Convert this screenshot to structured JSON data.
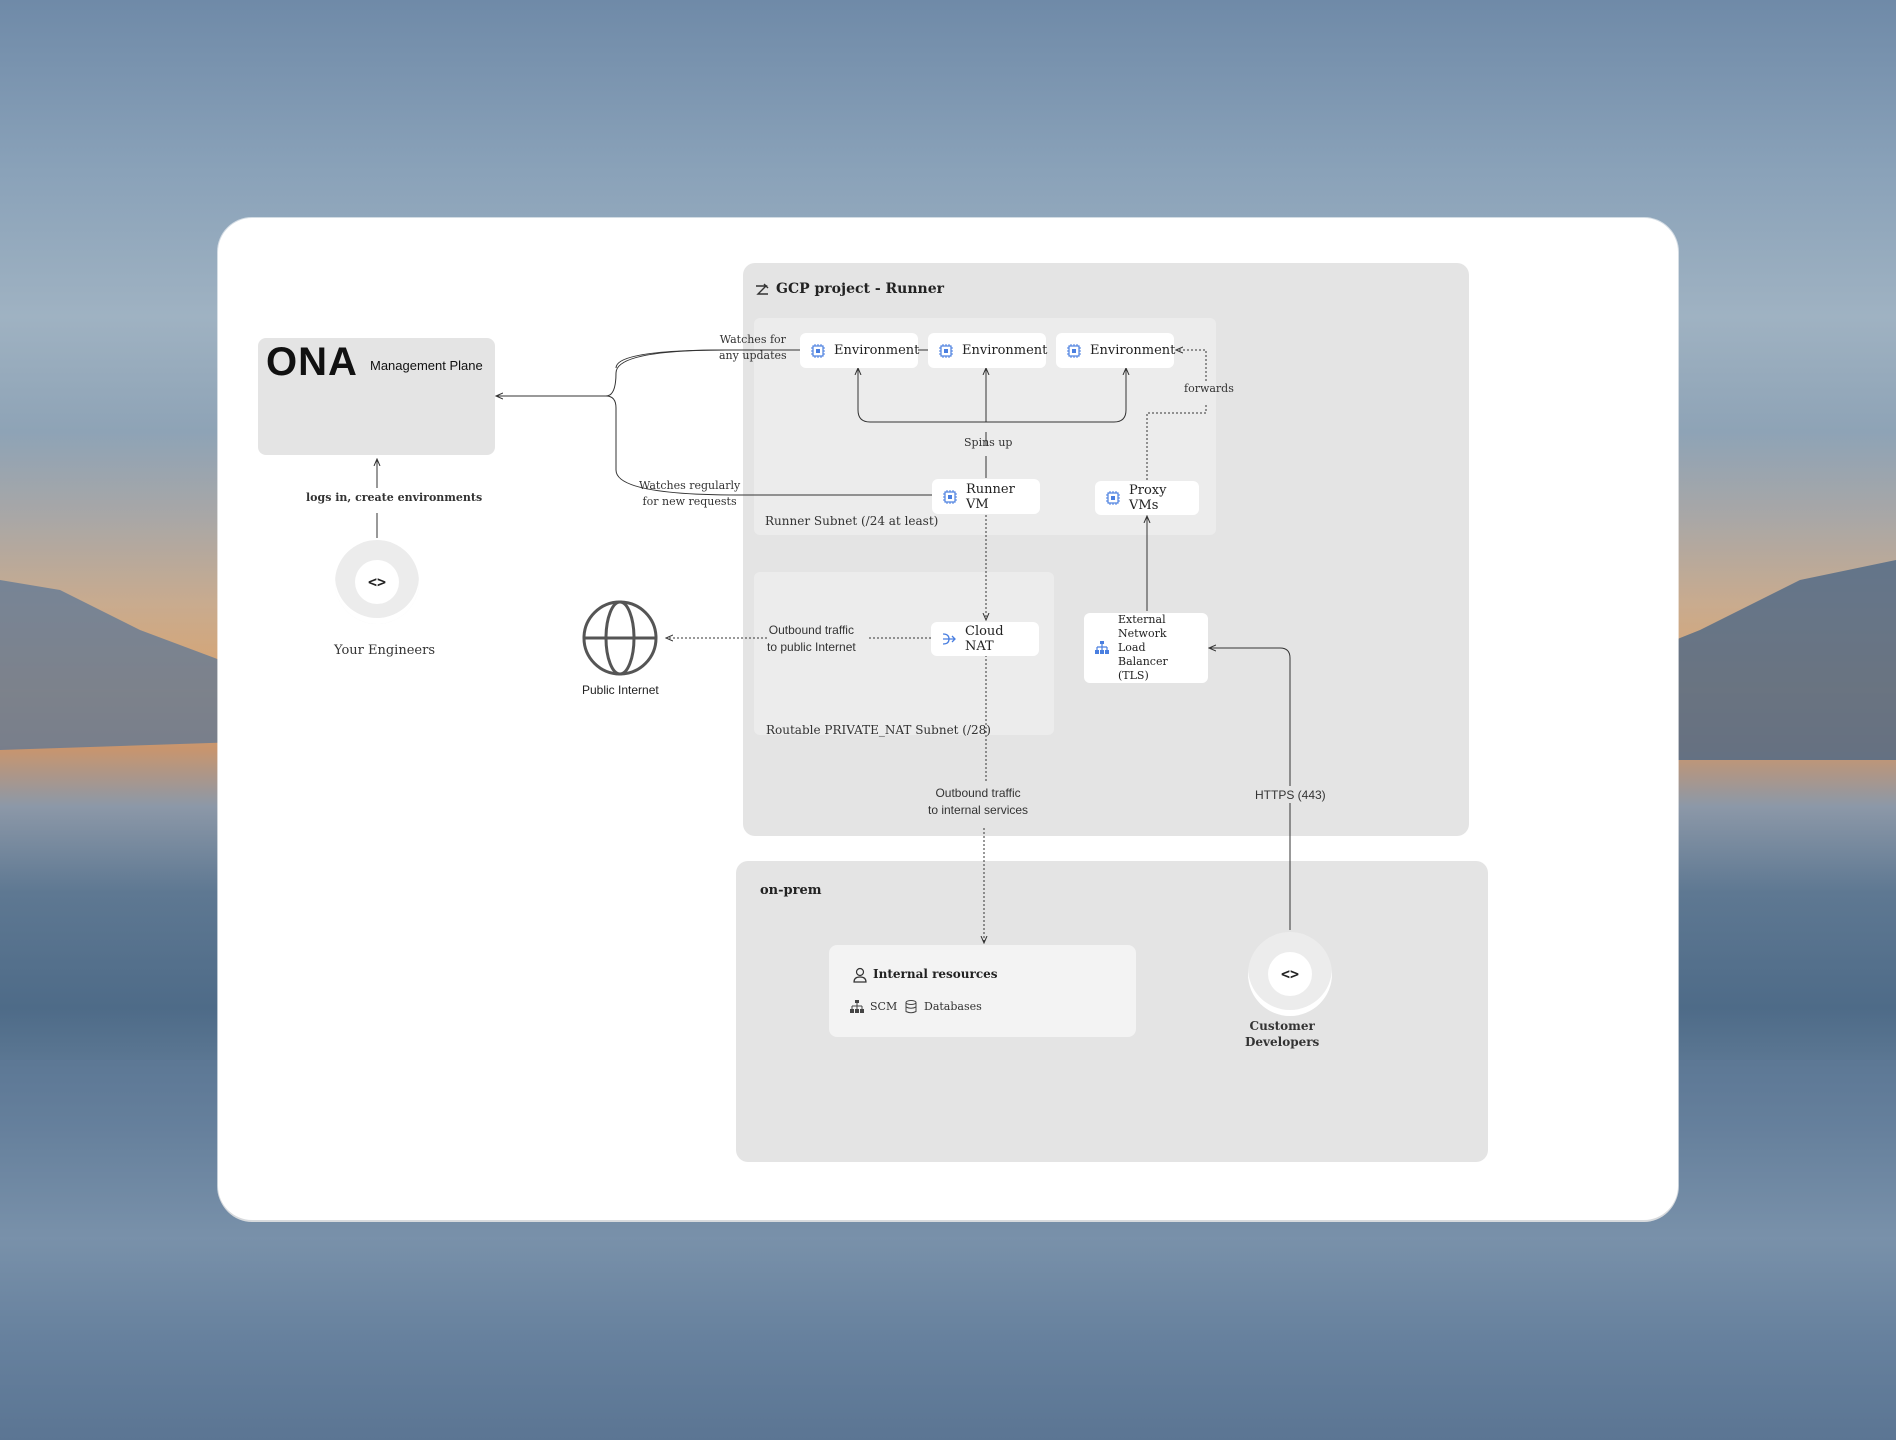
{
  "management_plane": {
    "logo": "ONA",
    "label": "Management Plane"
  },
  "engineers": {
    "label": "Your Engineers",
    "edge_label": "logs in, create environments"
  },
  "public_internet": {
    "label": "Public Internet"
  },
  "gcp_project": {
    "title": "GCP project - Runner",
    "runner_subnet": "Runner Subnet (/24 at least)",
    "nat_subnet": "Routable PRIVATE_NAT Subnet (/28)",
    "environments": [
      "Environment",
      "Environment",
      "Environment"
    ],
    "runner_vm": "Runner VM",
    "proxy_vms": "Proxy VMs",
    "cloud_nat": "Cloud NAT",
    "load_balancer": [
      "External",
      "Network",
      "Load Balancer",
      "(TLS)"
    ]
  },
  "edges": {
    "watches_updates": [
      "Watches for",
      "any updates"
    ],
    "watches_requests": [
      "Watches regularly",
      "for new requests"
    ],
    "spins_up": "Spins up",
    "forwards": "forwards",
    "outbound_public": [
      "Outbound traffic",
      "to public Internet"
    ],
    "outbound_internal": [
      "Outbound traffic",
      "to internal services"
    ],
    "https": "HTTPS (443)"
  },
  "on_prem": {
    "title": "on-prem",
    "internal_resources": "Internal resources",
    "scm": "SCM",
    "databases": "Databases"
  },
  "customer_developers": {
    "label": [
      "Customer",
      "Developers"
    ]
  },
  "colors": {
    "chip_blue": "#4a7fe0",
    "region_gray": "#e4e4e4",
    "line": "#333333"
  }
}
